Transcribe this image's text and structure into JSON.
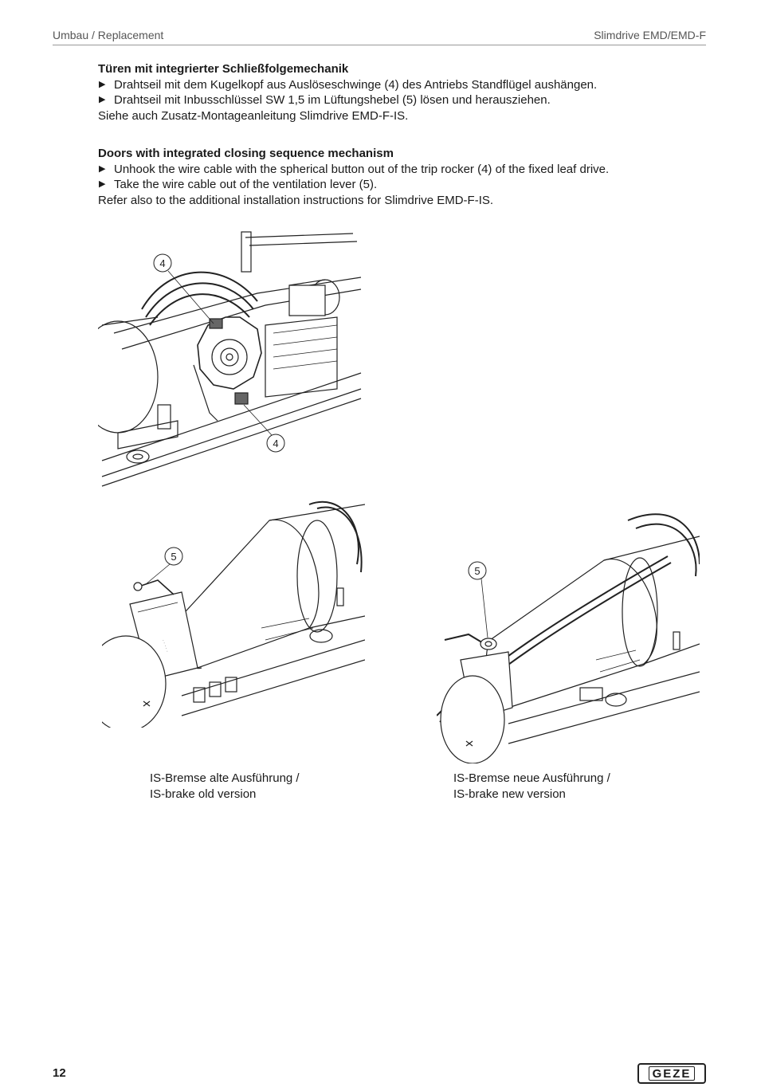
{
  "header": {
    "left": "Umbau / Replacement",
    "right": "Slimdrive EMD/EMD-F"
  },
  "section_de": {
    "title": "Türen mit integrierter Schließfolgemechanik",
    "bullets": [
      "Drahtseil mit dem Kugelkopf aus Auslöseschwinge (4) des Antriebs Standflügel aushängen.",
      "Drahtseil mit Inbusschlüssel SW 1,5 im Lüftungshebel (5) lösen und herausziehen."
    ],
    "note": "Siehe auch Zusatz-Montageanleitung Slimdrive EMD-F-IS."
  },
  "section_en": {
    "title": "Doors with integrated closing sequence mechanism",
    "bullets": [
      "Unhook the wire cable with the spherical button out of the trip rocker (4) of the fixed leaf drive.",
      "Take the wire cable out of the ventilation lever (5)."
    ],
    "note": "Refer also to the additional installation instructions for Slimdrive EMD-F-IS."
  },
  "figures": {
    "top": {
      "callouts": [
        "4",
        "4"
      ]
    },
    "old": {
      "callouts": [
        "5"
      ],
      "caption_line1": "IS-Bremse alte Ausführung /",
      "caption_line2": "IS-brake old version"
    },
    "new": {
      "callouts": [
        "5"
      ],
      "caption_line1": "IS-Bremse neue Ausführung /",
      "caption_line2": "IS-brake new version"
    }
  },
  "footer": {
    "page_number": "12",
    "logo": "GEZE"
  }
}
